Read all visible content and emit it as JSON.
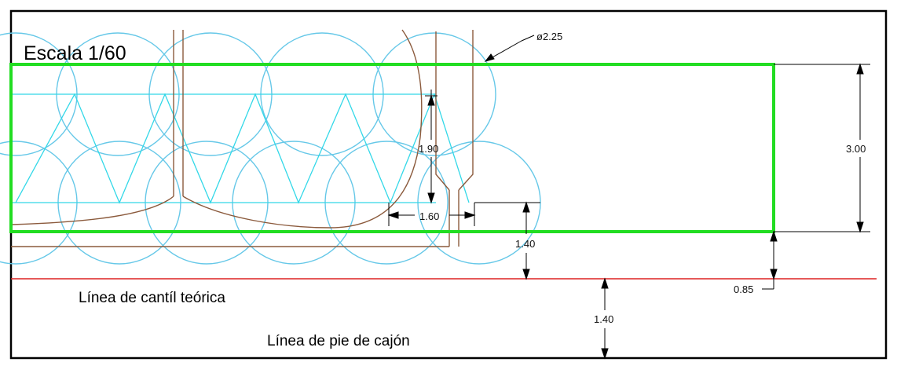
{
  "drawing": {
    "scale_label": "Escala 1/60",
    "diameter_label": "ø2.25",
    "labels": {
      "cantil_line": "Línea de cantíl teórica",
      "foot_line": "Línea de pie de cajón"
    },
    "dimensions": {
      "height_3": "3.00",
      "h_190": "1.90",
      "w_160": "1.60",
      "h_140_upper": "1.40",
      "h_085": "0.85",
      "h_140_lower": "1.40"
    },
    "colors": {
      "frame": "#000000",
      "green_box": "#22dd22",
      "circles": "#66c8e8",
      "truss": "#33d8e8",
      "structure": "#8b5a3c",
      "red_line": "#dd2222",
      "dimension": "#000000"
    }
  }
}
